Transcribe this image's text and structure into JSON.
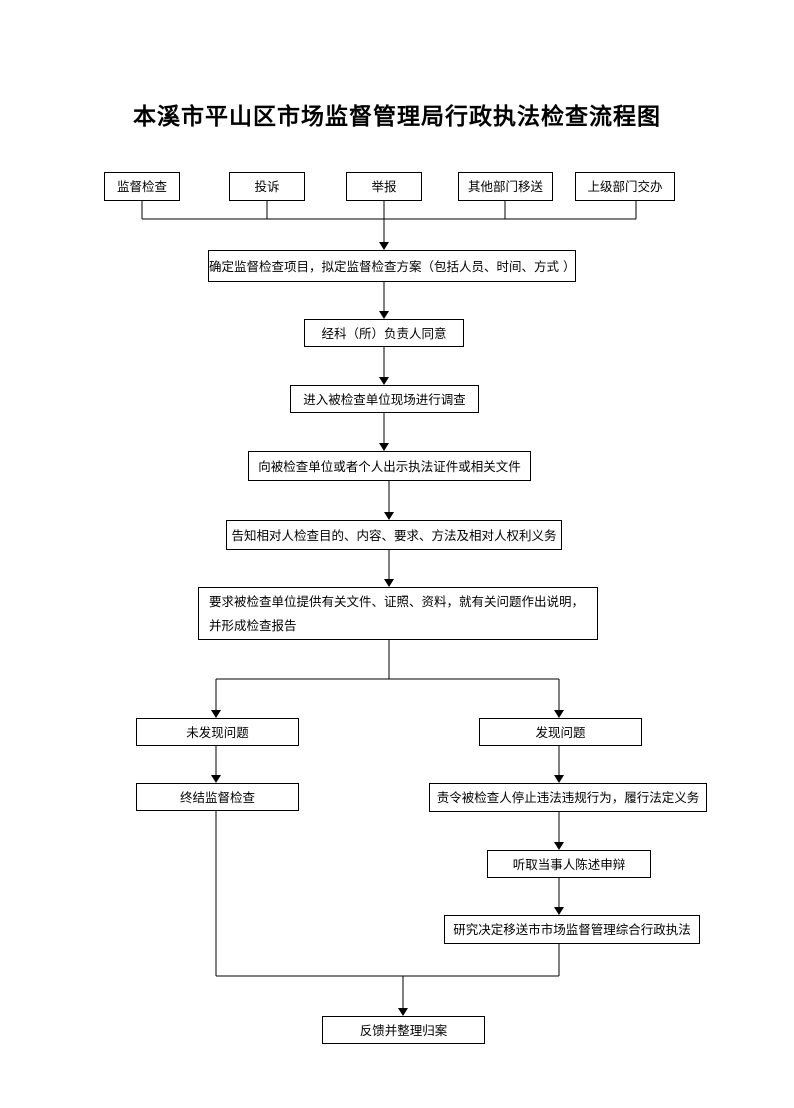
{
  "title": "本溪市平山区市场监督管理局行政执法检查流程图",
  "sources": [
    "监督检查",
    "投诉",
    "举报",
    "其他部门移送",
    "上级部门交办"
  ],
  "steps": {
    "s1": "确定监督检查项目，拟定监督检查方案（包括人员、时间、方式 ）",
    "s2": "经科（所）负责人同意",
    "s3": "进入被检查单位现场进行调查",
    "s4": "向被检查单位或者个人出示执法证件或相关文件",
    "s5": "告知相对人检查目的、内容、要求、方法及相对人权利义务",
    "s6": "要求被检查单位提供有关文件、证照、资料，就有关问题作出说明，并形成检查报告"
  },
  "left_branch": {
    "b1": "未发现问题",
    "b2": "终结监督检查"
  },
  "right_branch": {
    "r1": "发现问题",
    "r2": "责令被检查人停止违法违规行为，履行法定义务",
    "r3": "听取当事人陈述申辩",
    "r4": "研究决定移送市市场监督管理综合行政执法"
  },
  "final": "反馈并整理归案",
  "colors": {
    "line": "#000000",
    "background": "#ffffff"
  }
}
